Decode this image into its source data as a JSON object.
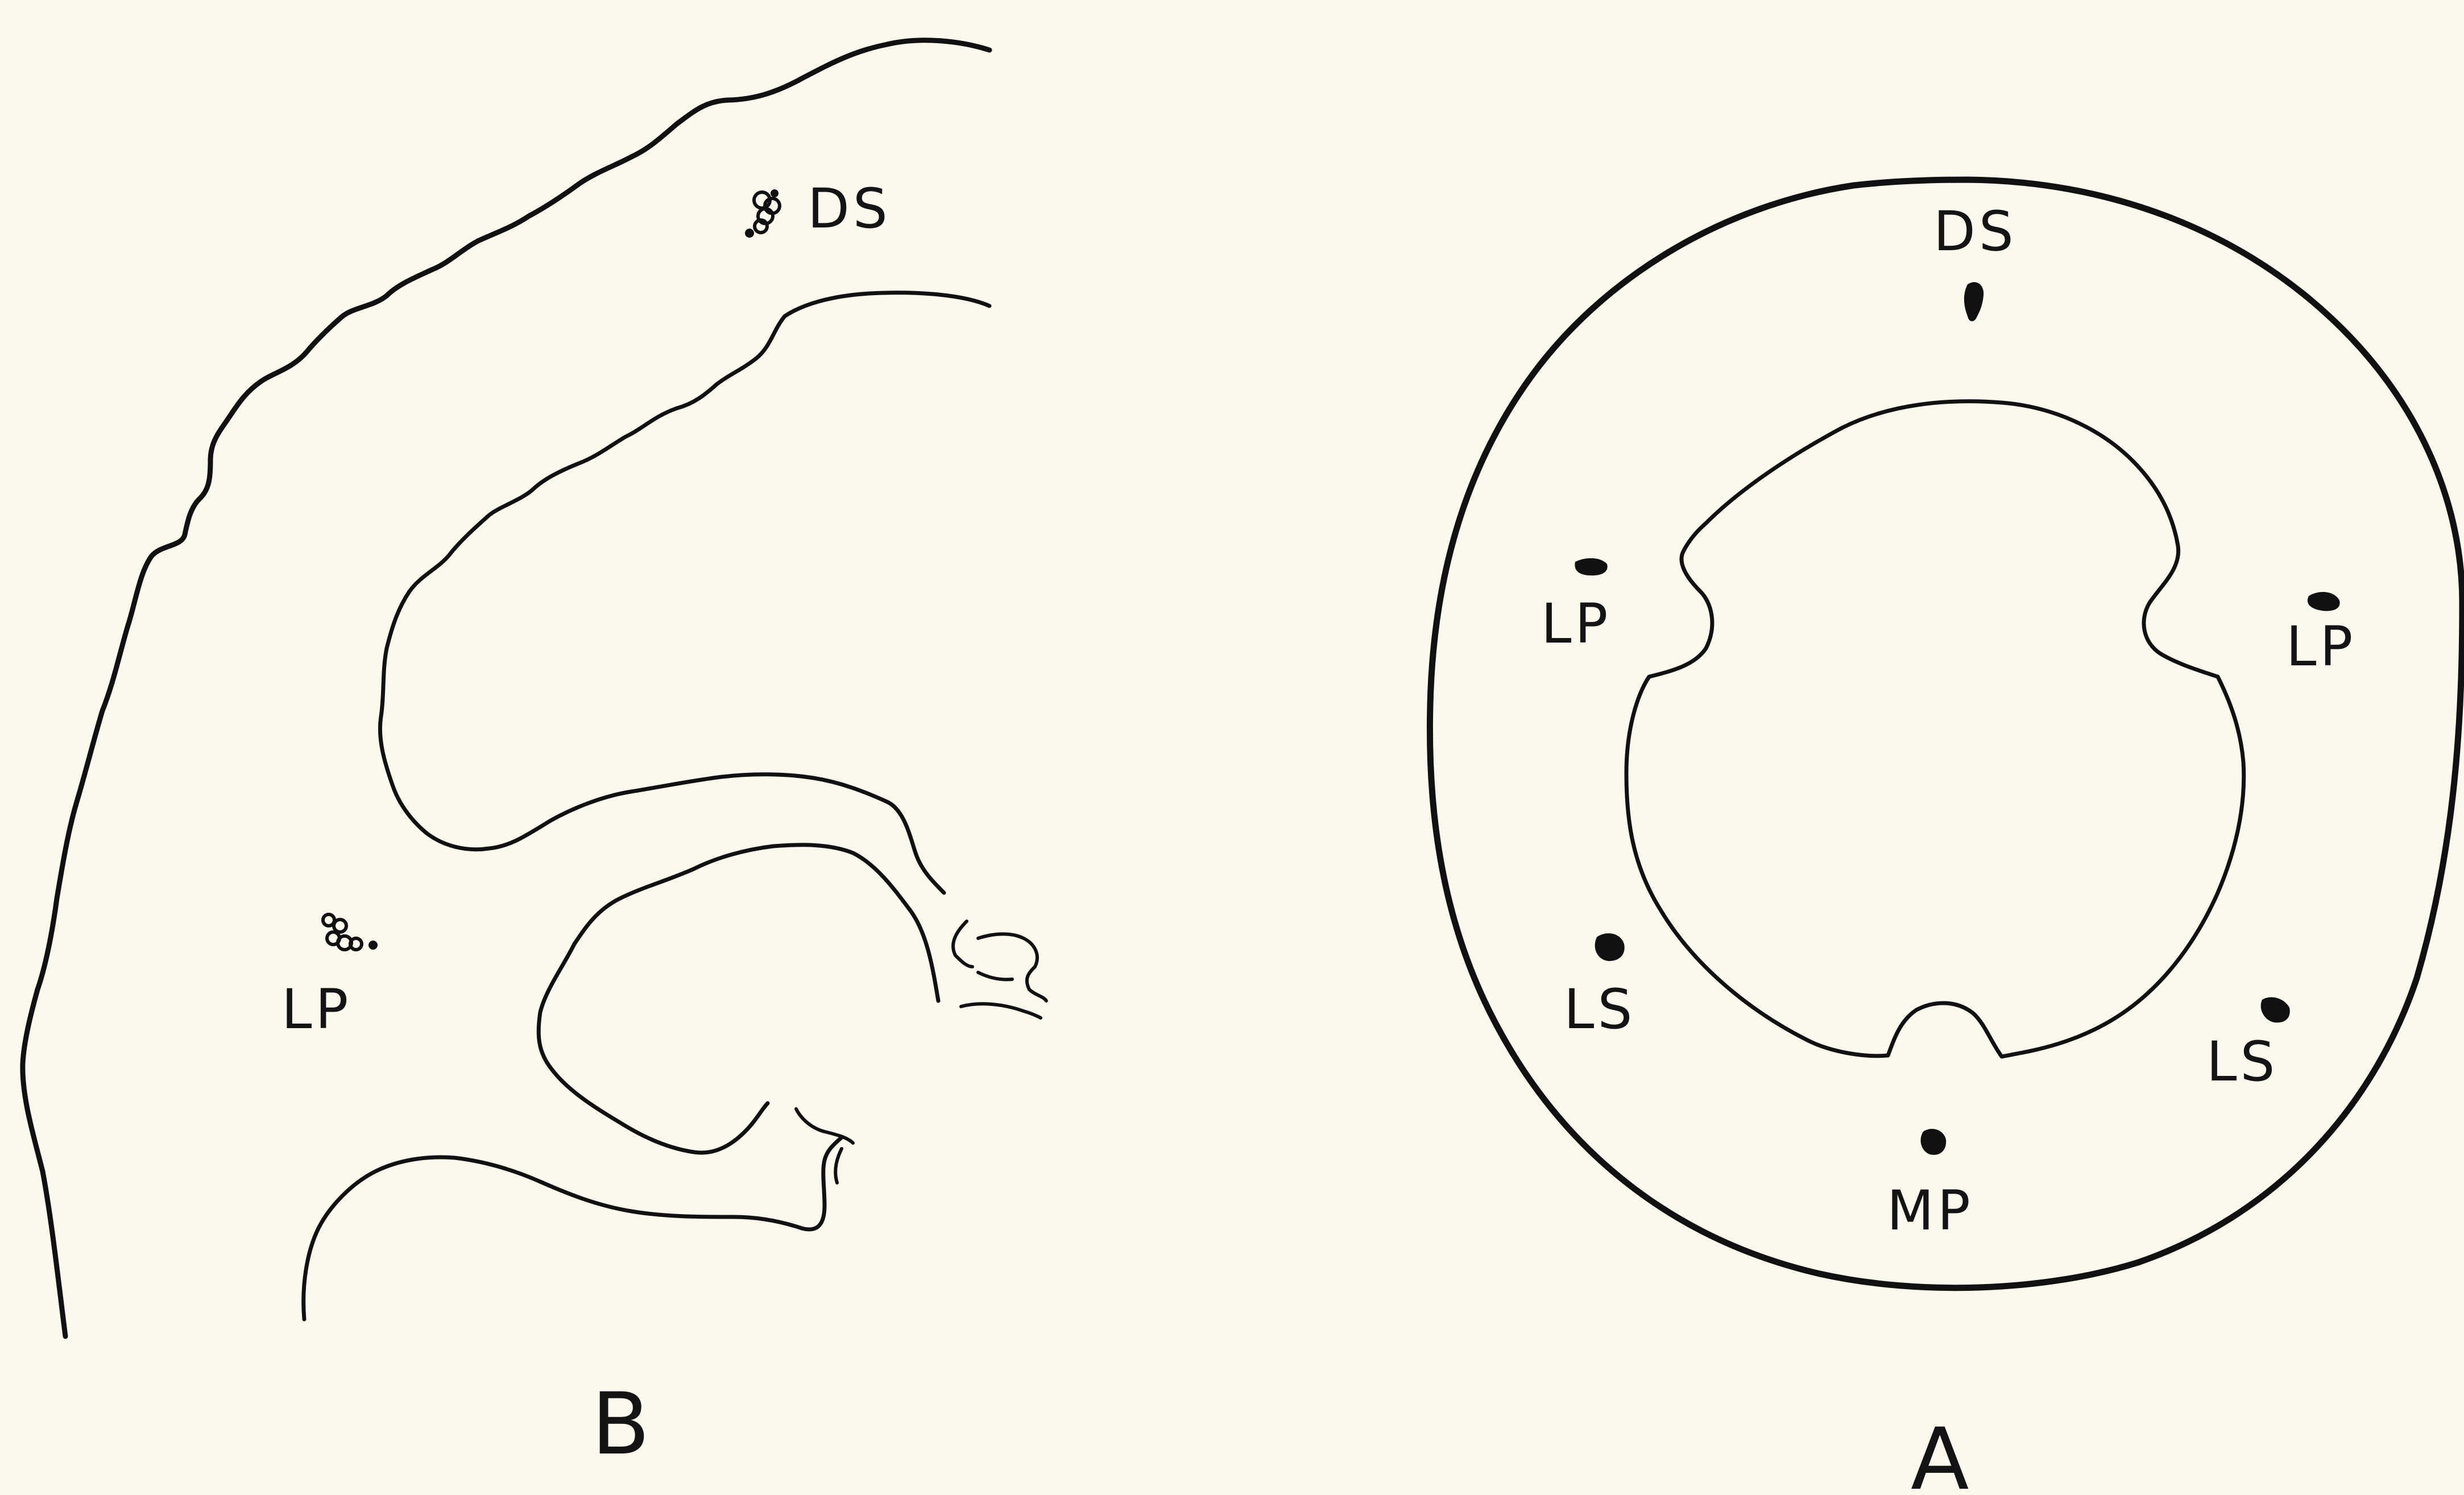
{
  "figure": {
    "panel_b": {
      "label": "B",
      "markers": [
        "DS",
        "LP"
      ]
    },
    "panel_a": {
      "label": "A",
      "markers": [
        "DS",
        "LP",
        "LP",
        "LS",
        "LS",
        "MP"
      ]
    }
  }
}
